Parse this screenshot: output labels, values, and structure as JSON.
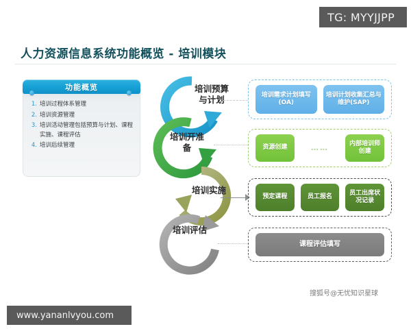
{
  "badge": {
    "tg_label": "TG: MYYJJPP"
  },
  "header": {
    "title": "人力资源信息系统功能概览 - 培训模块"
  },
  "overview": {
    "panel_title": "功能概览",
    "items": [
      {
        "num": "1.",
        "text": "培训过程体系管理"
      },
      {
        "num": "2.",
        "text": "培训资源管理"
      },
      {
        "num": "3.",
        "text": "培训活动管理包括预算与计划、课程实施、课程评估"
      },
      {
        "num": "4.",
        "text": "培训后续管理"
      }
    ]
  },
  "cycle": {
    "stages": [
      {
        "label": "培训预算\n与计划",
        "color": "#2ea9d8"
      },
      {
        "label": "培训开准\n备",
        "color": "#3fa847"
      },
      {
        "label": "培训实施",
        "color": "#9aa35c"
      },
      {
        "label": "培训评估",
        "color": "#9a9a9a"
      }
    ]
  },
  "groups": [
    {
      "name": "plan-group",
      "border_color": "#7ec2e8",
      "cells": [
        {
          "text": "培训需求计划填写(OA)",
          "kind": "box"
        },
        {
          "text": "培训计划收集汇总与维护(SAP)",
          "kind": "box"
        }
      ]
    },
    {
      "name": "prepare-group",
      "border_color": "#9ccf72",
      "cells": [
        {
          "text": "资源创建",
          "kind": "box"
        },
        {
          "text": "……",
          "kind": "dots"
        },
        {
          "text": "内部培训师创建",
          "kind": "box"
        }
      ]
    },
    {
      "name": "execute-group",
      "border_color": "#4b4f44",
      "cells": [
        {
          "text": "预定课程",
          "kind": "box"
        },
        {
          "text": "员工报名",
          "kind": "box"
        },
        {
          "text": "员工出席状况记录",
          "kind": "box"
        }
      ]
    },
    {
      "name": "evaluate-group",
      "border_color": "#5c5f60",
      "cells": [
        {
          "text": "课程评估填写",
          "kind": "box"
        }
      ]
    }
  ],
  "footer": {
    "watermark": "搜狐号@无忧知识星球",
    "site": "www.yananlvyou.com"
  }
}
